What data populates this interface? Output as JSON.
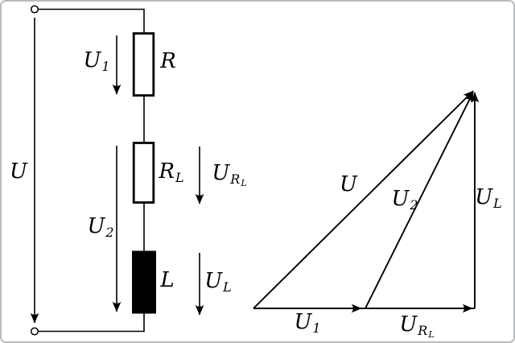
{
  "figure": {
    "description": "Series circuit of resistor R and lossy coil (R_L, L) with voltage phasor diagram",
    "colors": {
      "ink": "#000000",
      "background": "#ffffff",
      "frame_border": "#b9bcbe"
    }
  },
  "circuit": {
    "labels": {
      "u": {
        "main": "U"
      },
      "u1": {
        "main": "U",
        "sub": "1"
      },
      "r": {
        "main": "R"
      },
      "rl": {
        "main": "R",
        "sub": "L"
      },
      "url": {
        "main": "U",
        "sub": "R",
        "subsub": "L"
      },
      "u2": {
        "main": "U",
        "sub": "2"
      },
      "l": {
        "main": "L"
      },
      "ul": {
        "main": "U",
        "sub": "L"
      }
    }
  },
  "phasor": {
    "labels": {
      "u": {
        "main": "U"
      },
      "u2": {
        "main": "U",
        "sub": "2"
      },
      "ul": {
        "main": "U",
        "sub": "L"
      },
      "u1": {
        "main": "U",
        "sub": "1"
      },
      "url": {
        "main": "U",
        "sub": "R",
        "subsub": "L"
      }
    }
  }
}
